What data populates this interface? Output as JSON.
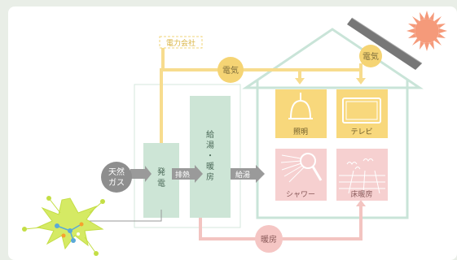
{
  "labels": {
    "power_company": "電力会社",
    "electricity_main": "電気",
    "electricity_right": "電気",
    "natural_gas_line1": "天然",
    "natural_gas_line2": "ガス",
    "power_gen_1": "発",
    "power_gen_2": "電",
    "exhaust_heat": "排熱",
    "hw_heating_1": "給",
    "hw_heating_2": "湯",
    "hw_heating_3": "・",
    "hw_heating_4": "暖",
    "hw_heating_5": "房",
    "hot_water_supply": "給湯",
    "lighting": "照明",
    "tv": "テレビ",
    "shower": "シャワー",
    "floor_heating": "床暖房",
    "heating": "暖房"
  },
  "colors": {
    "background": "#e9eee7",
    "panel": "#ffffff",
    "house_outline": "#c9e4d8",
    "unit_box": "#cde5d6",
    "electric_line": "#f7dc8e",
    "electric_circle": "#f5d474",
    "appliance_yellow": "#f8d87c",
    "appliance_pink": "#f6d0d0",
    "heat_line": "#f3c4c1",
    "heat_circle": "#f5c6c4",
    "arrow_grey": "#9a9a9a",
    "gas_circle": "#8e8e8e",
    "sun": "#f59a7a",
    "solar_panel": "#777777",
    "fuel_cell_burst": "#d5ea64"
  },
  "icons": [
    "lamp-icon",
    "tv-icon",
    "shower-icon",
    "floor-heating-icon",
    "sun-icon",
    "solar-panel-icon",
    "fuel-cell-burst-icon"
  ]
}
